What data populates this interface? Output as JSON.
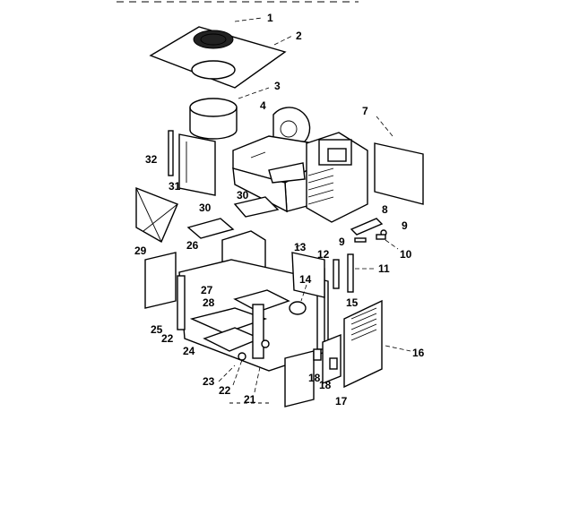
{
  "diagram": {
    "labels": [
      {
        "id": "1",
        "text": "1"
      },
      {
        "id": "2",
        "text": "2"
      },
      {
        "id": "3",
        "text": "3"
      },
      {
        "id": "4",
        "text": "4"
      },
      {
        "id": "7",
        "text": "7"
      },
      {
        "id": "8",
        "text": "8"
      },
      {
        "id": "9a",
        "text": "9"
      },
      {
        "id": "9b",
        "text": "9"
      },
      {
        "id": "10",
        "text": "10"
      },
      {
        "id": "11",
        "text": "11"
      },
      {
        "id": "12",
        "text": "12"
      },
      {
        "id": "13",
        "text": "13"
      },
      {
        "id": "14",
        "text": "14"
      },
      {
        "id": "15",
        "text": "15"
      },
      {
        "id": "16",
        "text": "16"
      },
      {
        "id": "17",
        "text": "17"
      },
      {
        "id": "18a",
        "text": "18"
      },
      {
        "id": "18b",
        "text": "18"
      },
      {
        "id": "21",
        "text": "21"
      },
      {
        "id": "22a",
        "text": "22"
      },
      {
        "id": "22b",
        "text": "22"
      },
      {
        "id": "23",
        "text": "23"
      },
      {
        "id": "24",
        "text": "24"
      },
      {
        "id": "25",
        "text": "25"
      },
      {
        "id": "26",
        "text": "26"
      },
      {
        "id": "27",
        "text": "27"
      },
      {
        "id": "28",
        "text": "28"
      },
      {
        "id": "29",
        "text": "29"
      },
      {
        "id": "30a",
        "text": "30"
      },
      {
        "id": "30b",
        "text": "30"
      },
      {
        "id": "31",
        "text": "31"
      },
      {
        "id": "32",
        "text": "32"
      }
    ]
  }
}
